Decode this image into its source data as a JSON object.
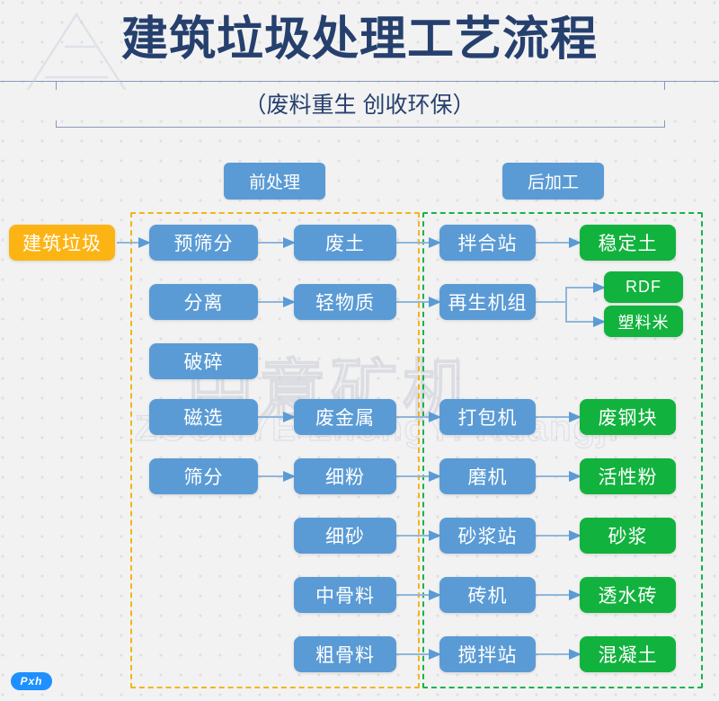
{
  "header": {
    "title": "建筑垃圾处理工艺流程",
    "subtitle": "（废料重生  创收环保）"
  },
  "watermark": {
    "chinese": "中意矿机",
    "english": "ZOONYE ZhongYi Kuangji"
  },
  "badge": {
    "label": "Pxh"
  },
  "zones": [
    {
      "id": "pre",
      "label": "前处理",
      "color": "#f5b318"
    },
    {
      "id": "post",
      "label": "后加工",
      "color": "#16b44a"
    }
  ],
  "colors": {
    "blue": "#5b9bd5",
    "green": "#12b23e",
    "orange": "#fcb415",
    "title": "#26406e",
    "zone_pre_border": "#f5b318",
    "zone_post_border": "#16b44a",
    "background": "#f2f2f2"
  },
  "nodes": {
    "source": {
      "label": "建筑垃圾"
    },
    "col1": [
      {
        "label": "预筛分"
      },
      {
        "label": "分离"
      },
      {
        "label": "破碎"
      },
      {
        "label": "磁选"
      },
      {
        "label": "筛分"
      }
    ],
    "col2": [
      {
        "label": "废土"
      },
      {
        "label": "轻物质"
      },
      {
        "label": "废金属"
      },
      {
        "label": "细粉"
      },
      {
        "label": "细砂"
      },
      {
        "label": "中骨料"
      },
      {
        "label": "粗骨料"
      }
    ],
    "col3": [
      {
        "label": "拌合站"
      },
      {
        "label": "再生机组"
      },
      {
        "label": "打包机"
      },
      {
        "label": "磨机"
      },
      {
        "label": "砂浆站"
      },
      {
        "label": "砖机"
      },
      {
        "label": "搅拌站"
      }
    ],
    "col4": [
      {
        "label": "稳定土"
      },
      {
        "label": "RDF"
      },
      {
        "label": "塑料米"
      },
      {
        "label": "废钢块"
      },
      {
        "label": "活性粉"
      },
      {
        "label": "砂浆"
      },
      {
        "label": "透水砖"
      },
      {
        "label": "混凝土"
      }
    ]
  },
  "flow_edges": [
    {
      "from": "建筑垃圾",
      "to": "预筛分"
    },
    {
      "from": "预筛分",
      "to": "废土"
    },
    {
      "from": "分离",
      "to": "轻物质"
    },
    {
      "from": "磁选",
      "to": "废金属"
    },
    {
      "from": "筛分",
      "to": "细粉"
    },
    {
      "from": "废土",
      "to": "拌合站"
    },
    {
      "from": "轻物质",
      "to": "再生机组"
    },
    {
      "from": "废金属",
      "to": "打包机"
    },
    {
      "from": "细粉",
      "to": "磨机"
    },
    {
      "from": "细砂",
      "to": "砂浆站"
    },
    {
      "from": "中骨料",
      "to": "砖机"
    },
    {
      "from": "粗骨料",
      "to": "搅拌站"
    },
    {
      "from": "拌合站",
      "to": "稳定土"
    },
    {
      "from": "再生机组",
      "to": "RDF"
    },
    {
      "from": "再生机组",
      "to": "塑料米"
    },
    {
      "from": "打包机",
      "to": "废钢块"
    },
    {
      "from": "磨机",
      "to": "活性粉"
    },
    {
      "from": "砂浆站",
      "to": "砂浆"
    },
    {
      "from": "砖机",
      "to": "透水砖"
    },
    {
      "from": "搅拌站",
      "to": "混凝土"
    }
  ]
}
